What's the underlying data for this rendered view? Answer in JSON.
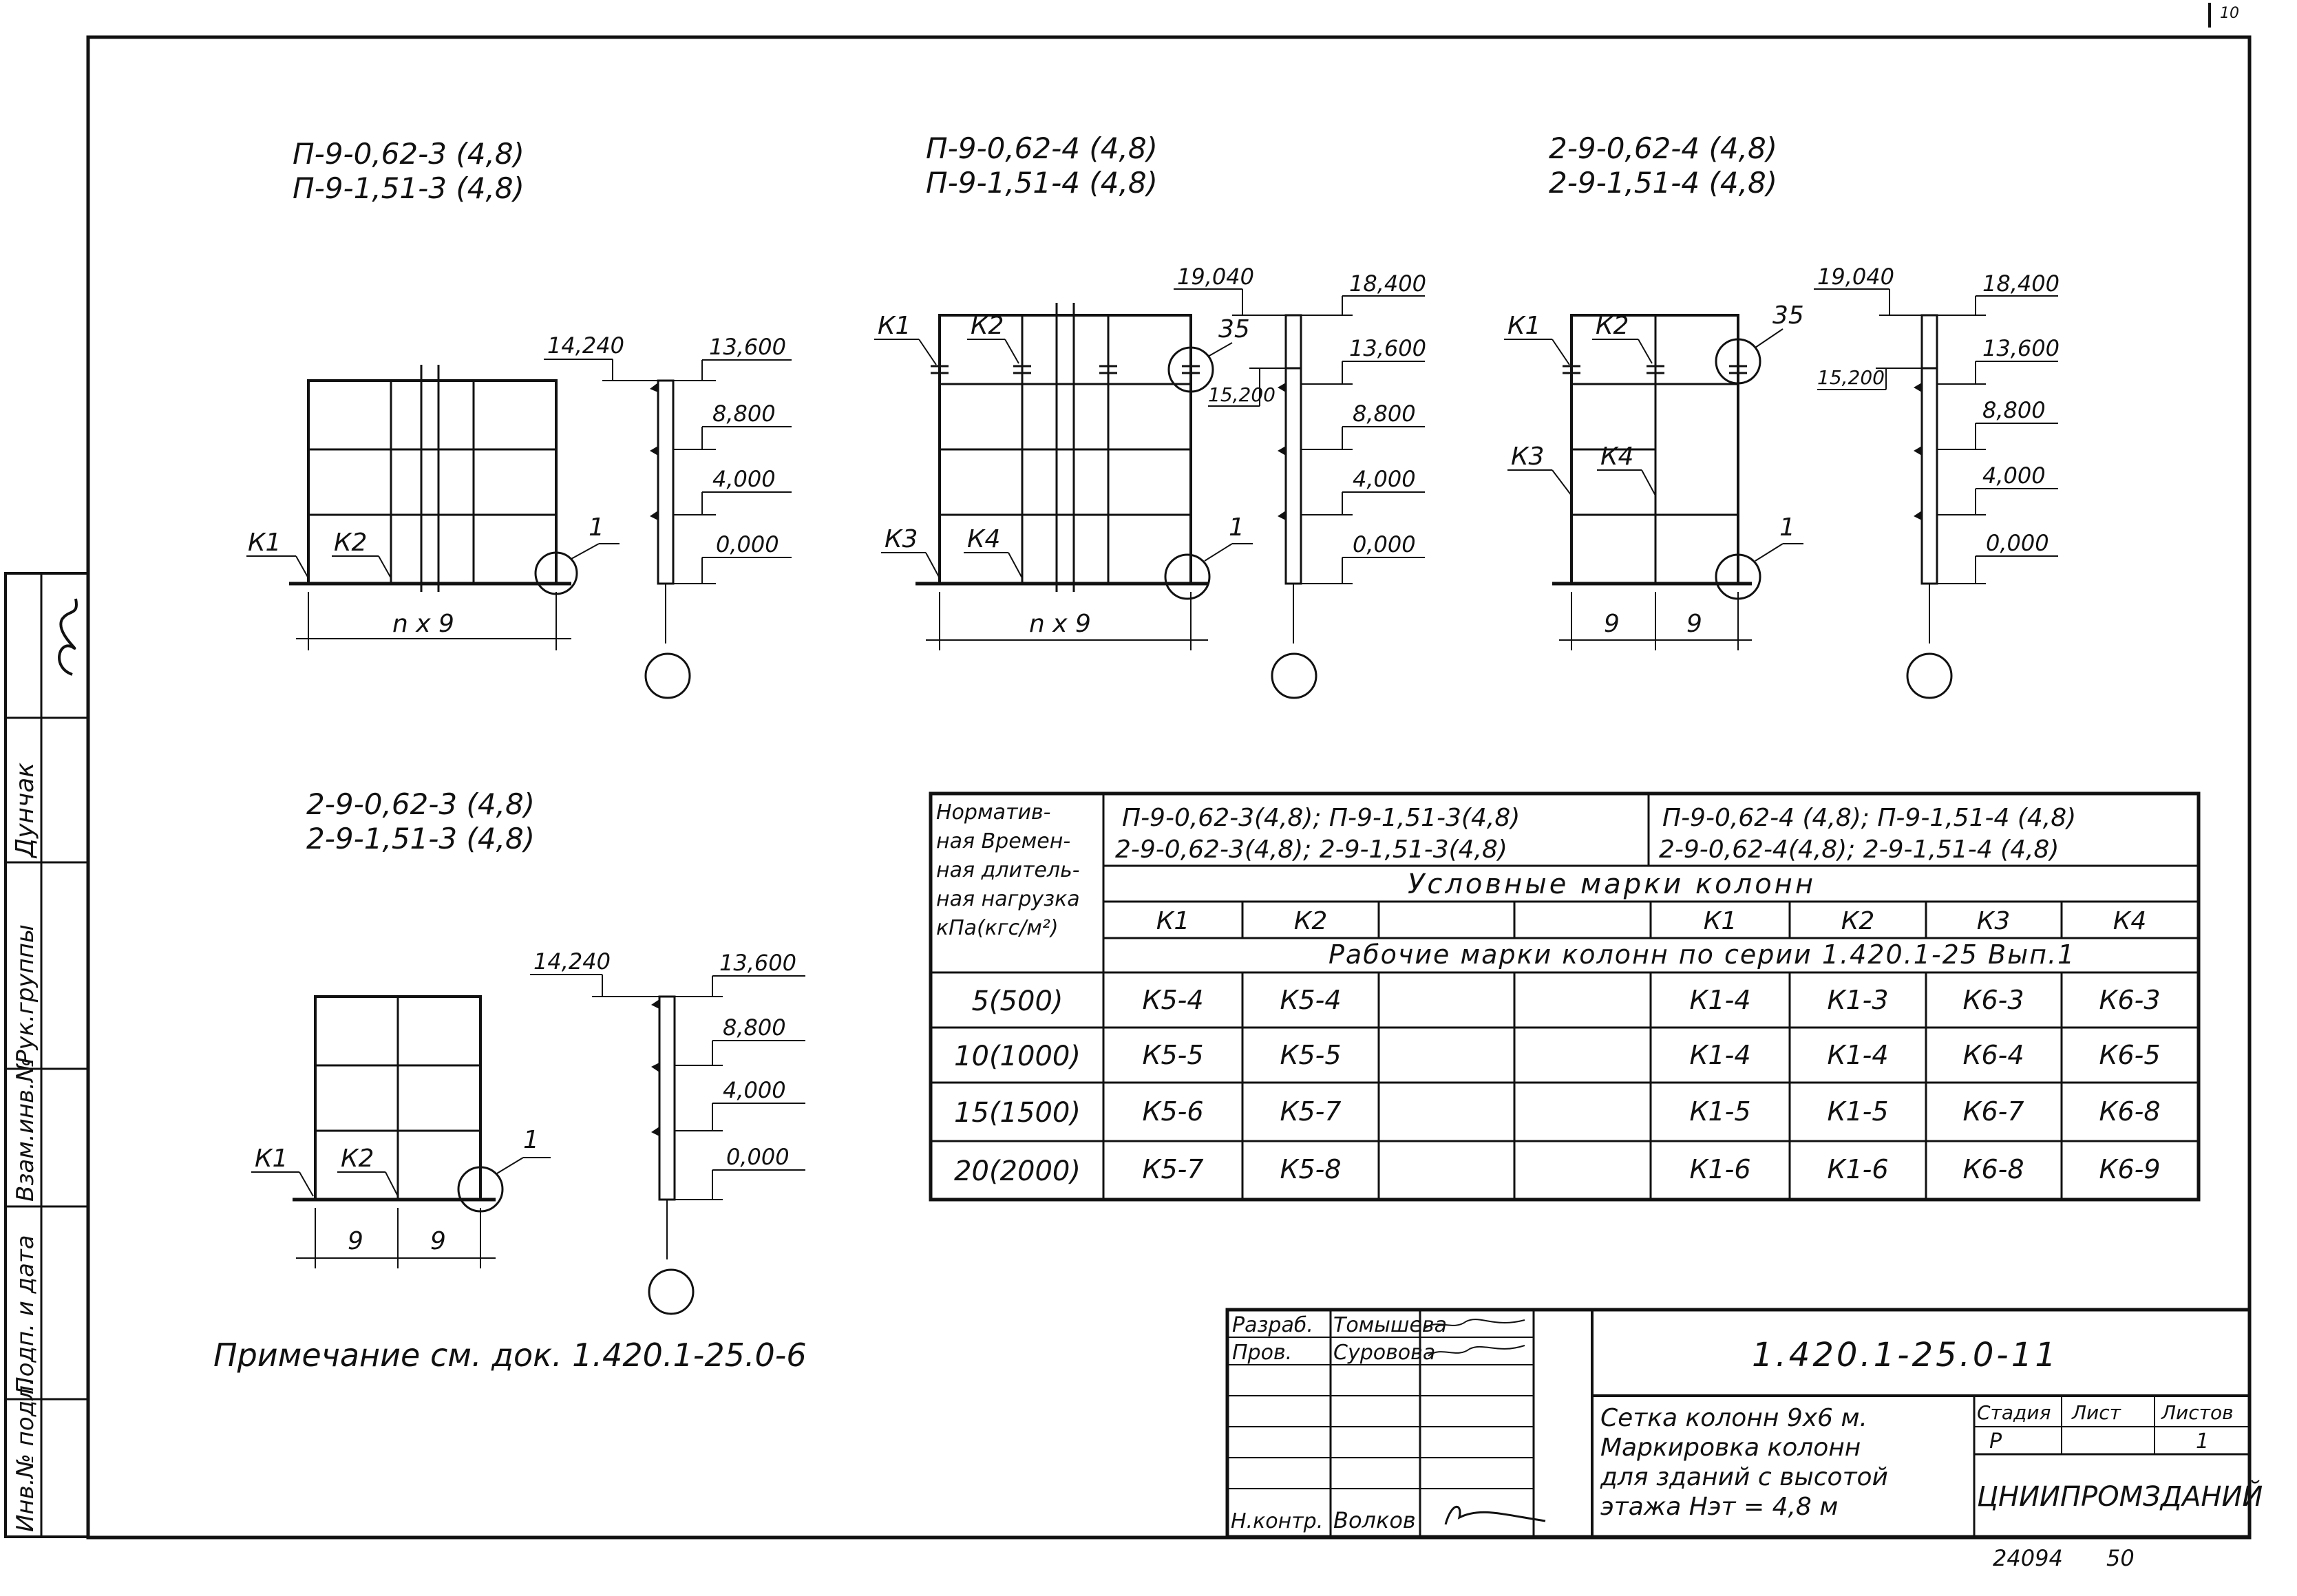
{
  "corner_mark": "10",
  "diagrams": [
    {
      "labels": [
        "П-9-0,62-3 (4,8)",
        "П-9-1,51-3 (4,8)"
      ],
      "k_labels": [
        "К1",
        "К2"
      ],
      "callout": "1",
      "span": "n x 9",
      "elev_top": "14,240",
      "levels": [
        "13,600",
        "8,800",
        "4,000",
        "0,000"
      ]
    },
    {
      "labels": [
        "П-9-0,62-4 (4,8)",
        "П-9-1,51-4 (4,8)"
      ],
      "k_labels_top": [
        "К1",
        "К2"
      ],
      "k_labels_bottom": [
        "К3",
        "К4"
      ],
      "callout": "1",
      "callout_top": "35",
      "span": "n x 9",
      "elev_top": "19,040",
      "elev_mid": "15,200",
      "levels": [
        "18,400",
        "13,600",
        "8,800",
        "4,000",
        "0,000"
      ]
    },
    {
      "labels": [
        "2-9-0,62-4 (4,8)",
        "2-9-1,51-4 (4,8)"
      ],
      "k_labels_top": [
        "К1",
        "К2"
      ],
      "k_labels_bottom": [
        "К3",
        "К4"
      ],
      "callout": "1",
      "callout_top": "35",
      "spans": [
        "9",
        "9"
      ],
      "elev_top": "19,040",
      "elev_mid": "15,200",
      "levels": [
        "18,400",
        "13,600",
        "8,800",
        "4,000",
        "0,000"
      ]
    },
    {
      "labels": [
        "2-9-0,62-3 (4,8)",
        "2-9-1,51-3 (4,8)"
      ],
      "k_labels": [
        "К1",
        "К2"
      ],
      "callout": "1",
      "spans": [
        "9",
        "9"
      ],
      "elev_top": "14,240",
      "levels": [
        "13,600",
        "8,800",
        "4,000",
        "0,000"
      ]
    }
  ],
  "table": {
    "load_header": [
      "Норматив-",
      "ная Времен-",
      "ная длитель-",
      "ная нагрузка",
      "кПа(кгс/м²)"
    ],
    "group1_header": [
      "П-9-0,62-3(4,8); П-9-1,51-3(4,8)",
      "2-9-0,62-3(4,8); 2-9-1,51-3(4,8)"
    ],
    "group2_header": [
      "П-9-0,62-4 (4,8); П-9-1,51-4 (4,8)",
      "2-9-0,62-4(4,8); 2-9-1,51-4 (4,8)"
    ],
    "cond_header": "Условные марки колонн",
    "col_marks": [
      "К1",
      "К2",
      "",
      "",
      "К1",
      "К2",
      "К3",
      "К4"
    ],
    "work_header": "Рабочие марки колонн по серии 1.420.1-25 Вып.1",
    "rows": [
      {
        "load": "5(500)",
        "cells": [
          "К5-4",
          "К5-4",
          "",
          "",
          "К1-4",
          "К1-3",
          "К6-3",
          "К6-3"
        ]
      },
      {
        "load": "10(1000)",
        "cells": [
          "К5-5",
          "К5-5",
          "",
          "",
          "К1-4",
          "К1-4",
          "К6-4",
          "К6-5"
        ]
      },
      {
        "load": "15(1500)",
        "cells": [
          "К5-6",
          "К5-7",
          "",
          "",
          "К1-5",
          "К1-5",
          "К6-7",
          "К6-8"
        ]
      },
      {
        "load": "20(2000)",
        "cells": [
          "К5-7",
          "К5-8",
          "",
          "",
          "К1-6",
          "К1-6",
          "К6-8",
          "К6-9"
        ]
      }
    ]
  },
  "note": "Примечание см. док. 1.420.1-25.0-6",
  "side_stamp": [
    "Инв.№ подл.",
    "Подп. и дата",
    "Взам.инв.№",
    "Рук.группы",
    "Дунчак"
  ],
  "title_block": {
    "roles": [
      "Разраб.",
      "Пров.",
      "",
      "",
      "",
      "Н.контр."
    ],
    "names": [
      "Томышева",
      "Суровова",
      "",
      "",
      "",
      "Волков"
    ],
    "code": "1.420.1-25.0-11",
    "title_lines": [
      "Сетка колонн 9х6 м.",
      "Маркировка колонн",
      "для зданий с высотой",
      "этажа Нэт = 4,8 м"
    ],
    "stage_label": "Стадия",
    "sheet_label": "Лист",
    "sheets_label": "Листов",
    "stage": "Р",
    "sheet": "",
    "sheets": "1",
    "org": "ЦНИИПРОМЗДАНИЙ"
  },
  "footer": {
    "number": "24094",
    "format": "50"
  }
}
